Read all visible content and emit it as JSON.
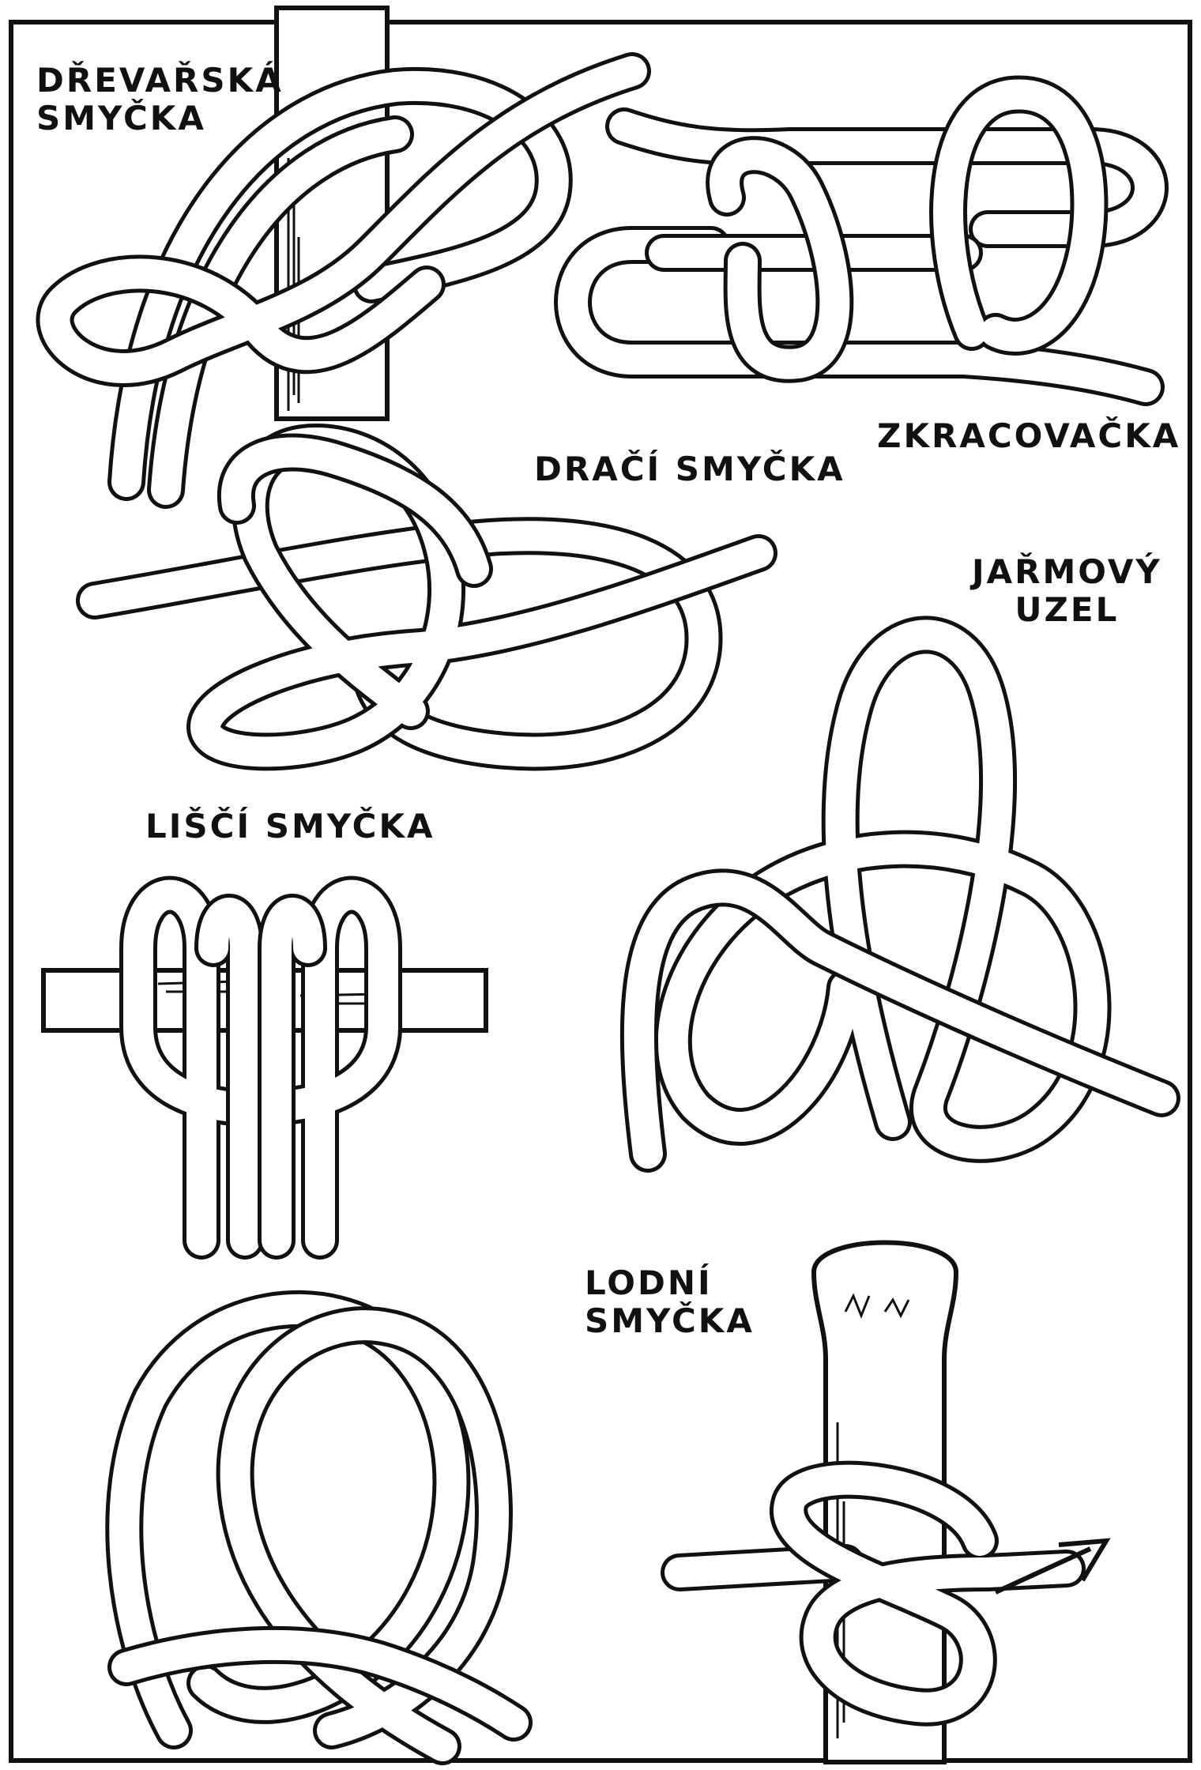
{
  "knots": [
    {
      "id": "drevarska",
      "label_lines": [
        "DŘEVAŘSKÁ",
        "SMYČKA"
      ]
    },
    {
      "id": "zkracovacka",
      "label_lines": [
        "ZKRACOVAČKA"
      ]
    },
    {
      "id": "draci",
      "label_lines": [
        "DRAČÍ SMYČKA"
      ]
    },
    {
      "id": "jarmovy",
      "label_lines": [
        "JAŘMOVÝ",
        "UZEL"
      ]
    },
    {
      "id": "lisci",
      "label_lines": [
        "LIŠČÍ SMYČKA"
      ]
    },
    {
      "id": "lodni",
      "label_lines": [
        "LODNÍ",
        "SMYČKA"
      ]
    }
  ],
  "colors": {
    "ink": "#111111",
    "paper": "#ffffff"
  }
}
